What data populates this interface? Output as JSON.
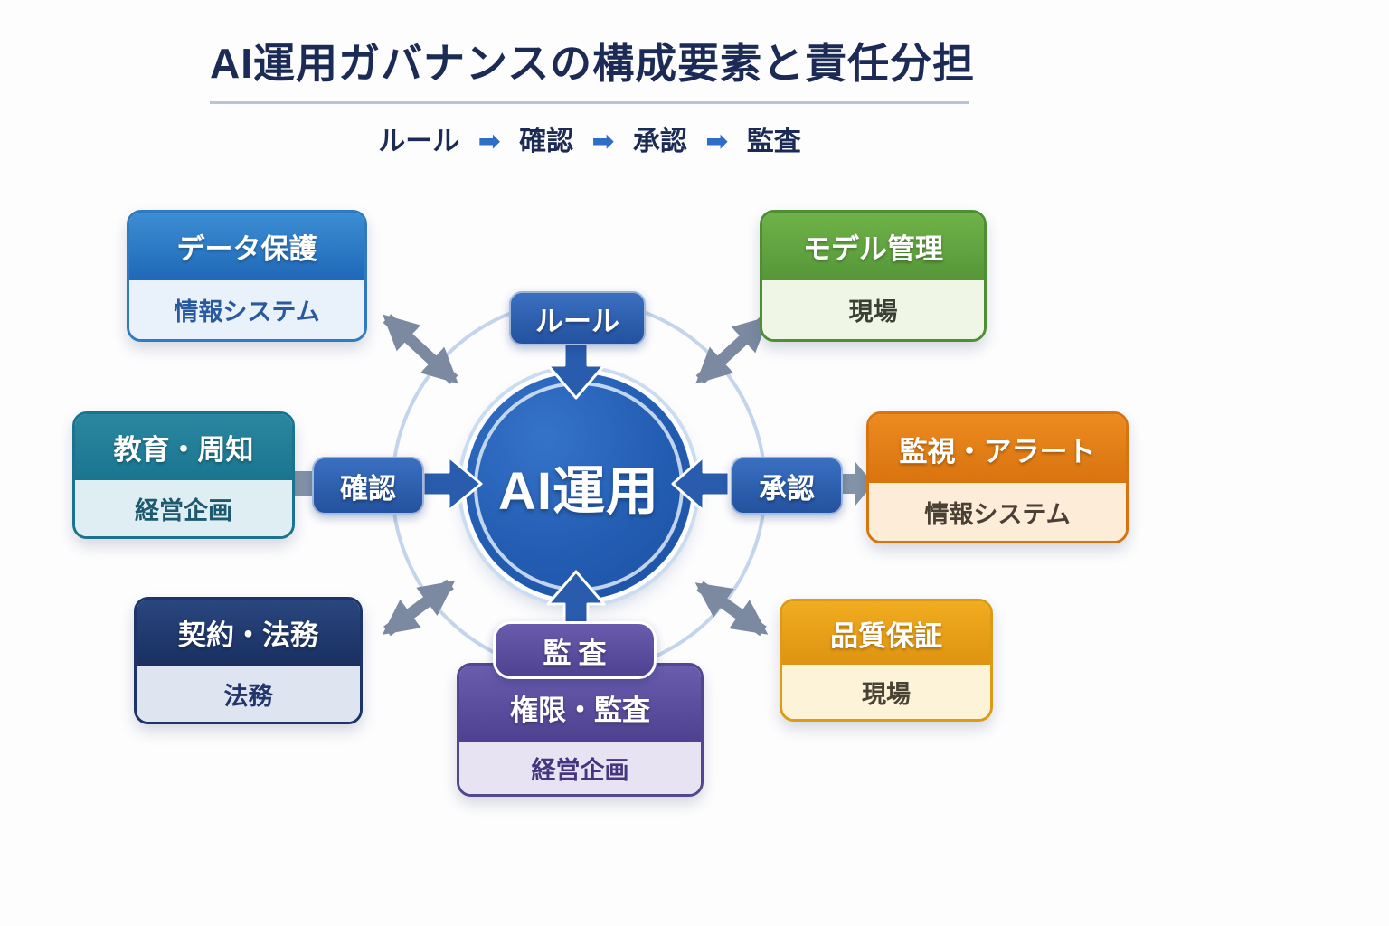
{
  "title": "AI運用ガバナンスの構成要素と責任分担",
  "flow": {
    "steps": [
      "ルール",
      "確認",
      "承認",
      "監査"
    ],
    "arrow": "➡"
  },
  "center": {
    "label": "AI運用"
  },
  "badges": {
    "rule": "ルール",
    "check": "確認",
    "approve": "承認",
    "audit": "監査"
  },
  "boxes": [
    {
      "id": "data-protection",
      "title": "データ保護",
      "owner": "情報システム",
      "header_color": "#2f7fc9",
      "body_color": "#e9f2fb"
    },
    {
      "id": "model-management",
      "title": "モデル管理",
      "owner": "現場",
      "header_color": "#63a33c",
      "body_color": "#eff6e6"
    },
    {
      "id": "education",
      "title": "教育・周知",
      "owner": "経営企画",
      "header_color": "#1f7e97",
      "body_color": "#dfeef2"
    },
    {
      "id": "monitoring",
      "title": "監視・アラート",
      "owner": "情報システム",
      "header_color": "#e07a16",
      "body_color": "#fcecd8"
    },
    {
      "id": "legal",
      "title": "契約・法務",
      "owner": "法務",
      "header_color": "#203c7c",
      "body_color": "#dee5f1"
    },
    {
      "id": "quality",
      "title": "品質保証",
      "owner": "現場",
      "header_color": "#eaa31c",
      "body_color": "#fdf3d8"
    },
    {
      "id": "authority-audit",
      "title": "権限・監査",
      "owner": "経営企画",
      "header_color": "#5d4e9e",
      "body_color": "#e8e3f3"
    }
  ],
  "colors": {
    "title_navy": "#1c2b56",
    "flow_arrow_blue": "#2e6ec6",
    "badge_blue": "#2a5cae",
    "audit_purple": "#5e4f9e",
    "center_blue": "#1f5bb0",
    "arrow_gray": "#7b8aa0",
    "ring_light_blue": "#c3d5ea"
  }
}
